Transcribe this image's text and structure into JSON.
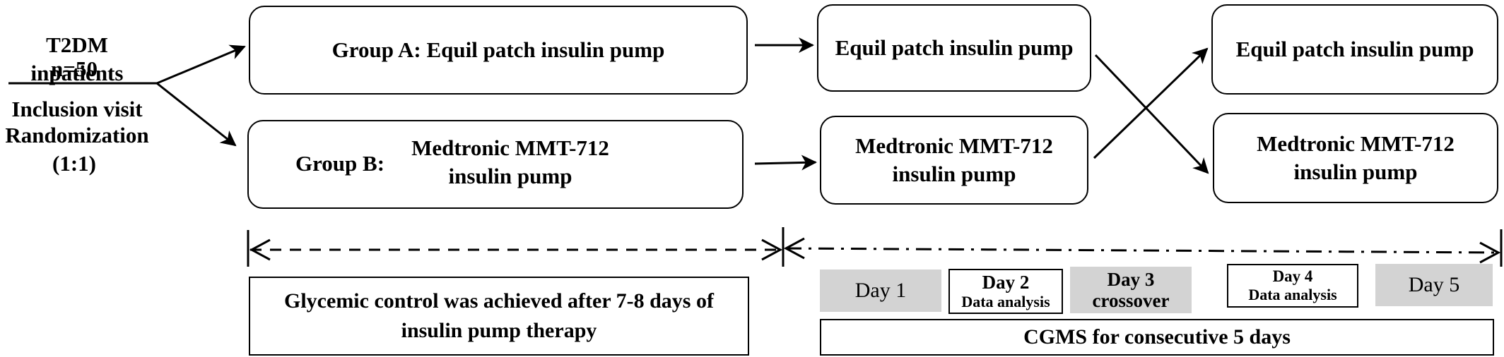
{
  "intro": {
    "population": "T2DM inpatients",
    "n": "n=50",
    "visit": "Inclusion visit",
    "randomization": "Randomization",
    "ratio": "(1:1)"
  },
  "groups": {
    "a_label": "Group A: Equil patch insulin pump",
    "b_prefix": "Group B:",
    "b_line1": "Medtronic MMT-712",
    "b_line2": "insulin pump"
  },
  "period1": {
    "equil": "Equil patch insulin pump",
    "medtronic_line1": "Medtronic MMT-712",
    "medtronic_line2": "insulin pump"
  },
  "period2": {
    "equil": "Equil patch insulin pump",
    "medtronic_line1": "Medtronic MMT-712",
    "medtronic_line2": "insulin pump"
  },
  "timeline": {
    "glycemic_line1": "Glycemic control was achieved after 7-8 days of",
    "glycemic_line2": "insulin pump therapy",
    "cgms": "CGMS for consecutive 5 days",
    "days": [
      {
        "label": "Day 1",
        "sub": ""
      },
      {
        "label": "Day 2",
        "sub": "Data analysis"
      },
      {
        "label": "Day 3",
        "sub": "crossover"
      },
      {
        "label": "Day 4",
        "sub": "Data analysis"
      },
      {
        "label": "Day 5",
        "sub": ""
      }
    ]
  }
}
